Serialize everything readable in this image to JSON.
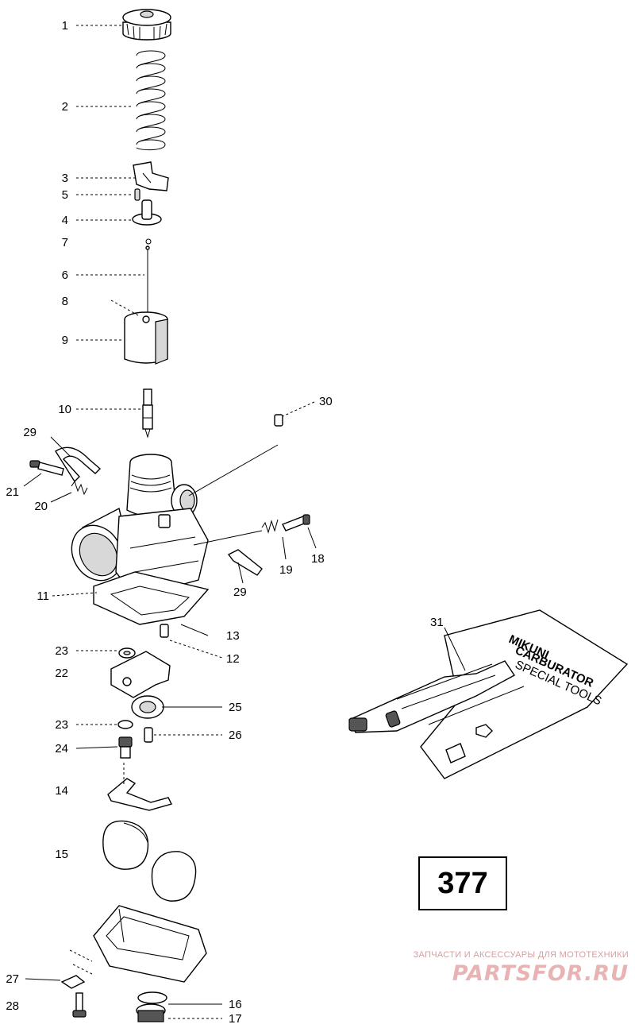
{
  "diagram": {
    "callouts": [
      {
        "id": "1",
        "text": "1"
      },
      {
        "id": "2",
        "text": "2"
      },
      {
        "id": "3",
        "text": "3"
      },
      {
        "id": "4",
        "text": "4"
      },
      {
        "id": "5",
        "text": "5"
      },
      {
        "id": "6",
        "text": "6"
      },
      {
        "id": "7",
        "text": "7"
      },
      {
        "id": "8",
        "text": "8"
      },
      {
        "id": "9",
        "text": "9"
      },
      {
        "id": "10",
        "text": "10"
      },
      {
        "id": "11",
        "text": "11"
      },
      {
        "id": "12",
        "text": "12"
      },
      {
        "id": "13",
        "text": "13"
      },
      {
        "id": "14",
        "text": "14"
      },
      {
        "id": "15",
        "text": "15"
      },
      {
        "id": "16",
        "text": "16"
      },
      {
        "id": "17",
        "text": "17"
      },
      {
        "id": "18",
        "text": "18"
      },
      {
        "id": "19",
        "text": "19"
      },
      {
        "id": "20",
        "text": "20"
      },
      {
        "id": "21",
        "text": "21"
      },
      {
        "id": "22",
        "text": "22"
      },
      {
        "id": "23a",
        "text": "23"
      },
      {
        "id": "23b",
        "text": "23"
      },
      {
        "id": "24",
        "text": "24"
      },
      {
        "id": "25",
        "text": "25"
      },
      {
        "id": "26",
        "text": "26"
      },
      {
        "id": "27",
        "text": "27"
      },
      {
        "id": "28",
        "text": "28"
      },
      {
        "id": "29a",
        "text": "29"
      },
      {
        "id": "29b",
        "text": "29"
      },
      {
        "id": "30",
        "text": "30"
      },
      {
        "id": "31",
        "text": "31"
      }
    ],
    "tool_kit_text": [
      "MIKUNI",
      "CARBURATOR",
      "SPECIAL TOOLS"
    ]
  },
  "page_number": "377",
  "watermark": {
    "tagline": "ЗАПЧАСТИ И АКСЕССУАРЫ ДЛЯ МОТОТЕХНИКИ",
    "site": "PARTSFOR.RU"
  }
}
